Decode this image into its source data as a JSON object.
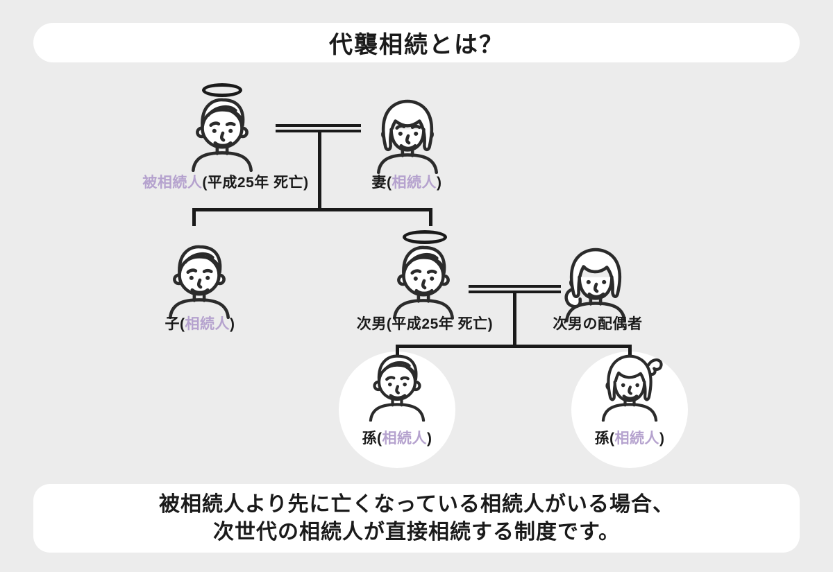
{
  "colors": {
    "background": "#ececec",
    "panel": "#ffffff",
    "ink": "#1a1a1a",
    "face_stroke": "#2b2b2b",
    "purple": "#b5a2ce"
  },
  "title": "代襲相続とは？",
  "footer": {
    "line1": "被相続人より先に亡くなっている相続人がいる場合、",
    "line2": "次世代の相続人が直接相続する制度です。"
  },
  "persons": [
    {
      "id": "deceased-father",
      "variant": "man",
      "halo": true,
      "circled": false,
      "label_parts": [
        {
          "text": "被相続人",
          "highlight": true
        },
        {
          "text": "(平成25年 死亡)",
          "highlight": false
        }
      ]
    },
    {
      "id": "wife",
      "variant": "woman-bob",
      "halo": false,
      "circled": false,
      "label_parts": [
        {
          "text": "妻(",
          "highlight": false
        },
        {
          "text": "相続人",
          "highlight": true
        },
        {
          "text": ")",
          "highlight": false
        }
      ]
    },
    {
      "id": "child",
      "variant": "man",
      "halo": false,
      "circled": false,
      "label_parts": [
        {
          "text": "子(",
          "highlight": false
        },
        {
          "text": "相続人",
          "highlight": true
        },
        {
          "text": ")",
          "highlight": false
        }
      ]
    },
    {
      "id": "second-son",
      "variant": "man",
      "halo": true,
      "circled": false,
      "label_parts": [
        {
          "text": "次男(平成25年 死亡)",
          "highlight": false
        }
      ]
    },
    {
      "id": "second-son-spouse",
      "variant": "woman-ponytail-low",
      "halo": false,
      "circled": false,
      "label_parts": [
        {
          "text": "次男の配偶者",
          "highlight": false
        }
      ]
    },
    {
      "id": "grandchild-boy",
      "variant": "man",
      "halo": false,
      "circled": true,
      "label_parts": [
        {
          "text": "孫(",
          "highlight": false
        },
        {
          "text": "相続人",
          "highlight": true
        },
        {
          "text": ")",
          "highlight": false
        }
      ]
    },
    {
      "id": "grandchild-girl",
      "variant": "girl-ponytail",
      "halo": false,
      "circled": true,
      "label_parts": [
        {
          "text": "孫(",
          "highlight": false
        },
        {
          "text": "相続人",
          "highlight": true
        },
        {
          "text": ")",
          "highlight": false
        }
      ]
    }
  ]
}
